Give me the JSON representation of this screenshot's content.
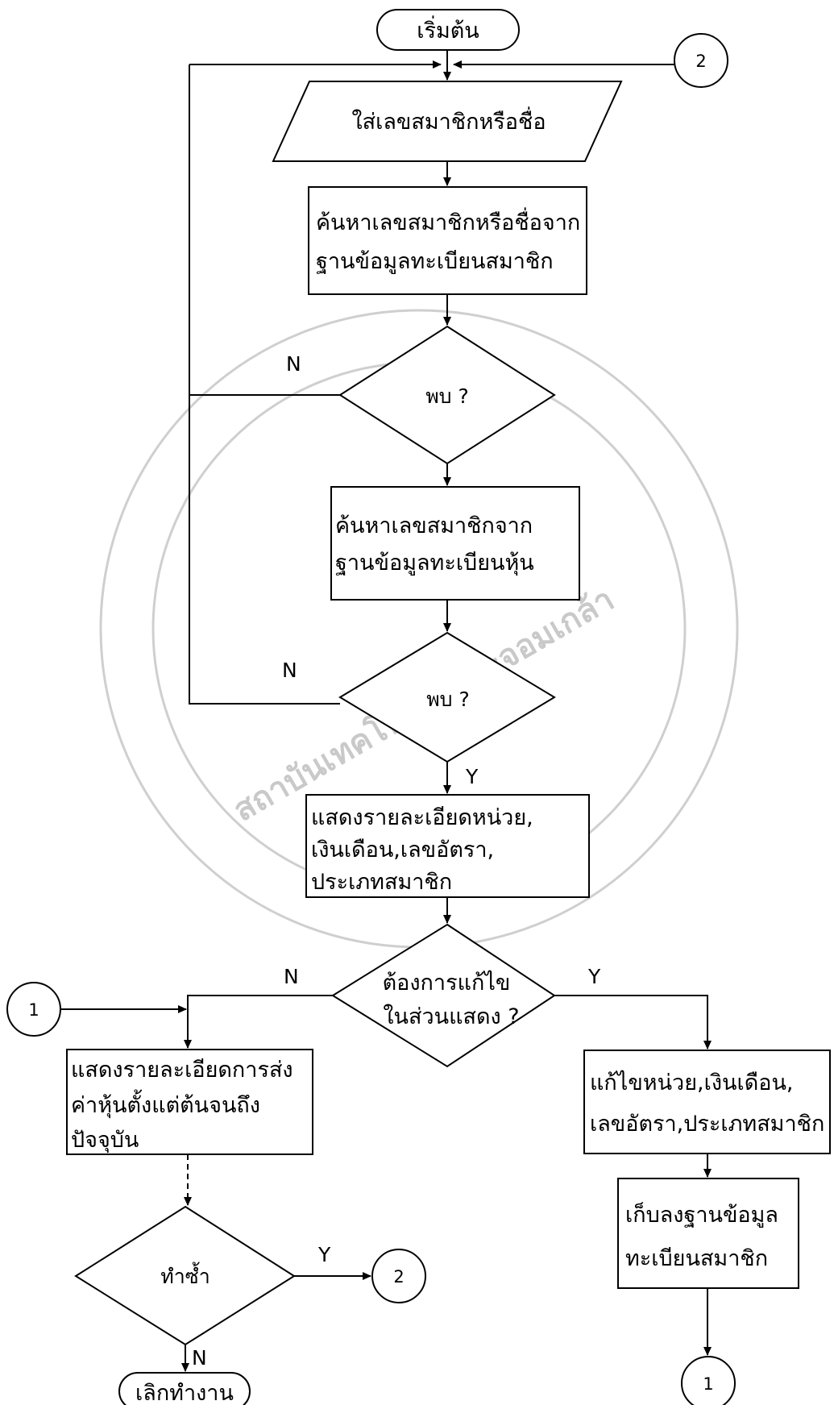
{
  "flowchart": {
    "start": "เริ่มต้น",
    "input": "ใส่เลขสมาชิกหรือชื่อ",
    "search_member": [
      "ค้นหาเลขสมาชิกหรือชื่อจาก",
      "ฐานข้อมูลทะเบียนสมาชิก"
    ],
    "decision_found_1": "พบ ?",
    "search_share": [
      "ค้นหาเลขสมาชิกจาก",
      "ฐานข้อมูลทะเบียนหุ้น"
    ],
    "decision_found_2": "พบ ?",
    "show_details": [
      "แสดงรายละเอียดหน่วย,",
      "เงินเดือน,เลขอัตรา,",
      "ประเภทสมาชิก"
    ],
    "decision_edit": [
      "ต้องการแก้ไข",
      "ในส่วนแสดง ?"
    ],
    "show_share_history": [
      "แสดงรายละเอียดการส่ง",
      "ค่าหุ้นตั้งแต่ต้นจนถึง",
      "ปัจจุบัน"
    ],
    "decision_repeat": "ทำซ้ำ",
    "end": "เลิกทำงาน",
    "edit_fields": [
      "แก้ไขหน่วย,เงินเดือน,",
      "เลขอัตรา,ประเภทสมาชิก"
    ],
    "save_db": [
      "เก็บลงฐานข้อมูล",
      "ทะเบียนสมาชิก"
    ],
    "connector_1": "1",
    "connector_2": "2",
    "label_yes": "Y",
    "label_no": "N"
  }
}
